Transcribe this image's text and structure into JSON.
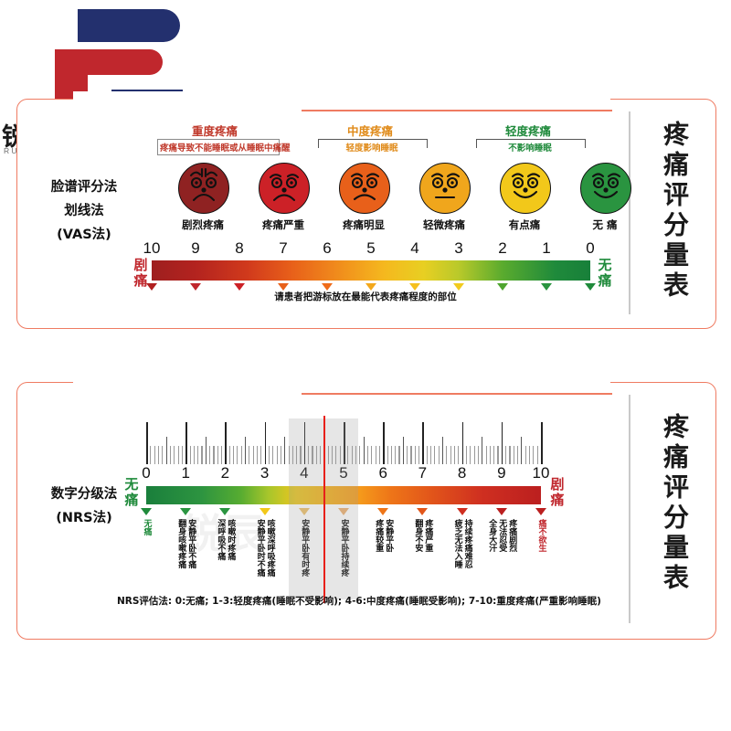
{
  "brand": {
    "name_cn": "锐辰器械",
    "name_pinyin": "RUI CHEN QI XIE",
    "color_navy": "#23306e",
    "color_red": "#c0272d"
  },
  "card_top": {
    "side_title": "疼痛评分量表",
    "left_label_lines": [
      "脸谱评分法",
      "划线法",
      "(VAS法)"
    ],
    "categories": [
      {
        "title": "重度疼痛",
        "color": "#c0392b",
        "note": "疼痛导致不能睡眠或从睡眠中痛醒",
        "note_color": "#c0392b",
        "boxed": true
      },
      {
        "title": "中度疼痛",
        "color": "#e08b1a",
        "note": "轻度影响睡眠",
        "note_color": "#e08b1a",
        "boxed": false
      },
      {
        "title": "轻度疼痛",
        "color": "#1f8a3b",
        "note": "不影响睡眠",
        "note_color": "#1f8a3b",
        "boxed": false
      }
    ],
    "faces": [
      {
        "label": "剧烈疼痛",
        "color": "#8f2222",
        "mood": "crying"
      },
      {
        "label": "疼痛严重",
        "color": "#cc2127",
        "mood": "sad"
      },
      {
        "label": "疼痛明显",
        "color": "#e8601a",
        "mood": "frown"
      },
      {
        "label": "轻微疼痛",
        "color": "#f0a61c",
        "mood": "neutral"
      },
      {
        "label": "有点痛",
        "color": "#f2c81a",
        "mood": "smile"
      },
      {
        "label": "无 痛",
        "color": "#2a9440",
        "mood": "happy"
      }
    ],
    "scale_numbers": [
      "10",
      "9",
      "8",
      "7",
      "6",
      "5",
      "4",
      "3",
      "2",
      "1",
      "0"
    ],
    "marker_colors": [
      "#b01f1f",
      "#c0272d",
      "#cc2127",
      "#e8601a",
      "#ef6c1a",
      "#f3a81c",
      "#f5c01e",
      "#f2cb1e",
      "#4fa52f",
      "#2a9440",
      "#1f8a3b"
    ],
    "left_end_label": "剧痛",
    "left_end_color": "#c0272d",
    "right_end_label": "无痛",
    "right_end_color": "#1f8a3b",
    "instruction": "请患者把游标放在最能代表疼痛程度的部位"
  },
  "card_bottom": {
    "side_title": "疼痛评分量表",
    "left_label_lines": [
      "数字分级法",
      "(NRS法)"
    ],
    "scale_numbers": [
      "0",
      "1",
      "2",
      "3",
      "4",
      "5",
      "6",
      "7",
      "8",
      "9",
      "10"
    ],
    "left_end_label": "无痛",
    "left_end_color": "#1f8a3b",
    "right_end_label": "剧痛",
    "right_end_color": "#c0272d",
    "descriptors": [
      {
        "n": "0",
        "cols": [
          "无痛"
        ],
        "color": "#1f8a3b",
        "marker": "#1f8a3b"
      },
      {
        "n": "1",
        "cols": [
          "翻身咳嗽疼痛",
          "安静平卧不痛"
        ],
        "color": "#111111",
        "marker": "#2a9440"
      },
      {
        "n": "2",
        "cols": [
          "深呼吸不痛",
          "咳嗽时疼痛"
        ],
        "color": "#111111",
        "marker": "#2a9440"
      },
      {
        "n": "3",
        "cols": [
          "安静平卧时不痛",
          "咳嗽深呼吸疼痛"
        ],
        "color": "#111111",
        "marker": "#f2c81a"
      },
      {
        "n": "4",
        "cols": [
          "安静平卧有时疼"
        ],
        "color": "#111111",
        "marker": "#edc06a"
      },
      {
        "n": "5",
        "cols": [
          "安静平卧持续疼"
        ],
        "color": "#111111",
        "marker": "#edb070"
      },
      {
        "n": "6",
        "cols": [
          "疼痛较重",
          "安静平卧"
        ],
        "color": "#111111",
        "marker": "#ee7518"
      },
      {
        "n": "7",
        "cols": [
          "翻身不安",
          "疼痛严重"
        ],
        "color": "#111111",
        "marker": "#e2561a"
      },
      {
        "n": "8",
        "cols": [
          "疲乏无法入睡",
          "持续疼痛难忍"
        ],
        "color": "#111111",
        "marker": "#cf2f20"
      },
      {
        "n": "9",
        "cols": [
          "全身大汗",
          "无法忍受",
          "疼痛剧烈"
        ],
        "color": "#111111",
        "marker": "#bb1f1f"
      },
      {
        "n": "10",
        "cols": [
          "痛不欲生"
        ],
        "color": "#c0272d",
        "marker": "#bb1f1f"
      }
    ],
    "slider": {
      "from": 3.62,
      "to": 5.38,
      "cursor": 4.5
    },
    "footnote": "NRS评估法: 0:无痛; 1-3:轻度疼痛(睡眠不受影响); 4-6:中度疼痛(睡眠受影响); 7-10:重度疼痛(严重影响睡眠)"
  }
}
